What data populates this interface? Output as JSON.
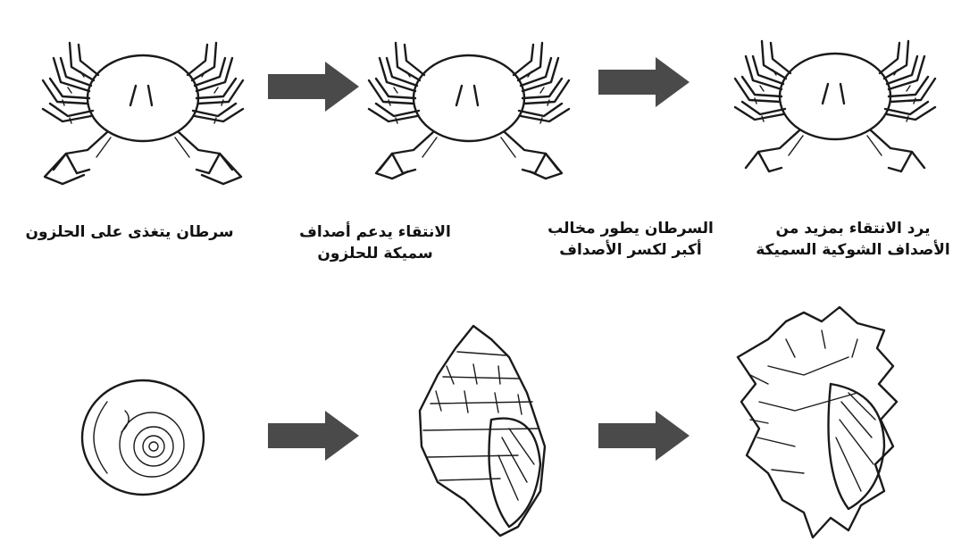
{
  "captions": {
    "crab_feeds": "سرطان يتغذى على الحلزون",
    "selection_thick_shells_line1": "الانتقاء يدعم أصداف",
    "selection_thick_shells_line2": "سميكة للحلزون",
    "crab_bigger_claws_line1": "السرطان يطور مخالب",
    "crab_bigger_claws_line2": "أكبر لكسر الأصداف",
    "selection_more_spiny_line1": "يرد الانتقاء بمزيد من",
    "selection_more_spiny_line2": "الأصداف الشوكية السميكة"
  },
  "colors": {
    "arrow": "#4a4a4a",
    "ink": "#1a1a1a"
  }
}
